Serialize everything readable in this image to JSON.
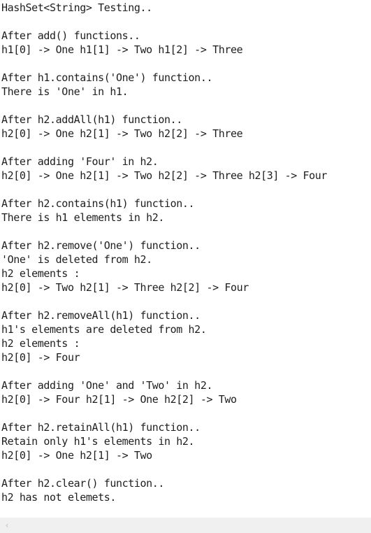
{
  "console": {
    "lines": [
      "HashSet<String> Testing..",
      "",
      "After add() functions..",
      "h1[0] -> One h1[1] -> Two h1[2] -> Three",
      "",
      "After h1.contains('One') function..",
      "There is 'One' in h1.",
      "",
      "After h2.addAll(h1) function..",
      "h2[0] -> One h2[1] -> Two h2[2] -> Three",
      "",
      "After adding 'Four' in h2.",
      "h2[0] -> One h2[1] -> Two h2[2] -> Three h2[3] -> Four",
      "",
      "After h2.contains(h1) function..",
      "There is h1 elements in h2.",
      "",
      "After h2.remove('One') function..",
      "'One' is deleted from h2.",
      "h2 elements :",
      "h2[0] -> Two h2[1] -> Three h2[2] -> Four",
      "",
      "After h2.removeAll(h1) function..",
      "h1's elements are deleted from h2.",
      "h2 elements :",
      "h2[0] -> Four",
      "",
      "After adding 'One' and 'Two' in h2.",
      "h2[0] -> Four h2[1] -> One h2[2] -> Two",
      "",
      "After h2.retainAll(h1) function..",
      "Retain only h1's elements in h2.",
      "h2[0] -> One h2[1] -> Two",
      "",
      "After h2.clear() function..",
      "h2 has not elemets."
    ]
  },
  "scrollbar": {
    "left_arrow_glyph": "‹",
    "left_arrow_icon": "chevron-left-icon"
  }
}
